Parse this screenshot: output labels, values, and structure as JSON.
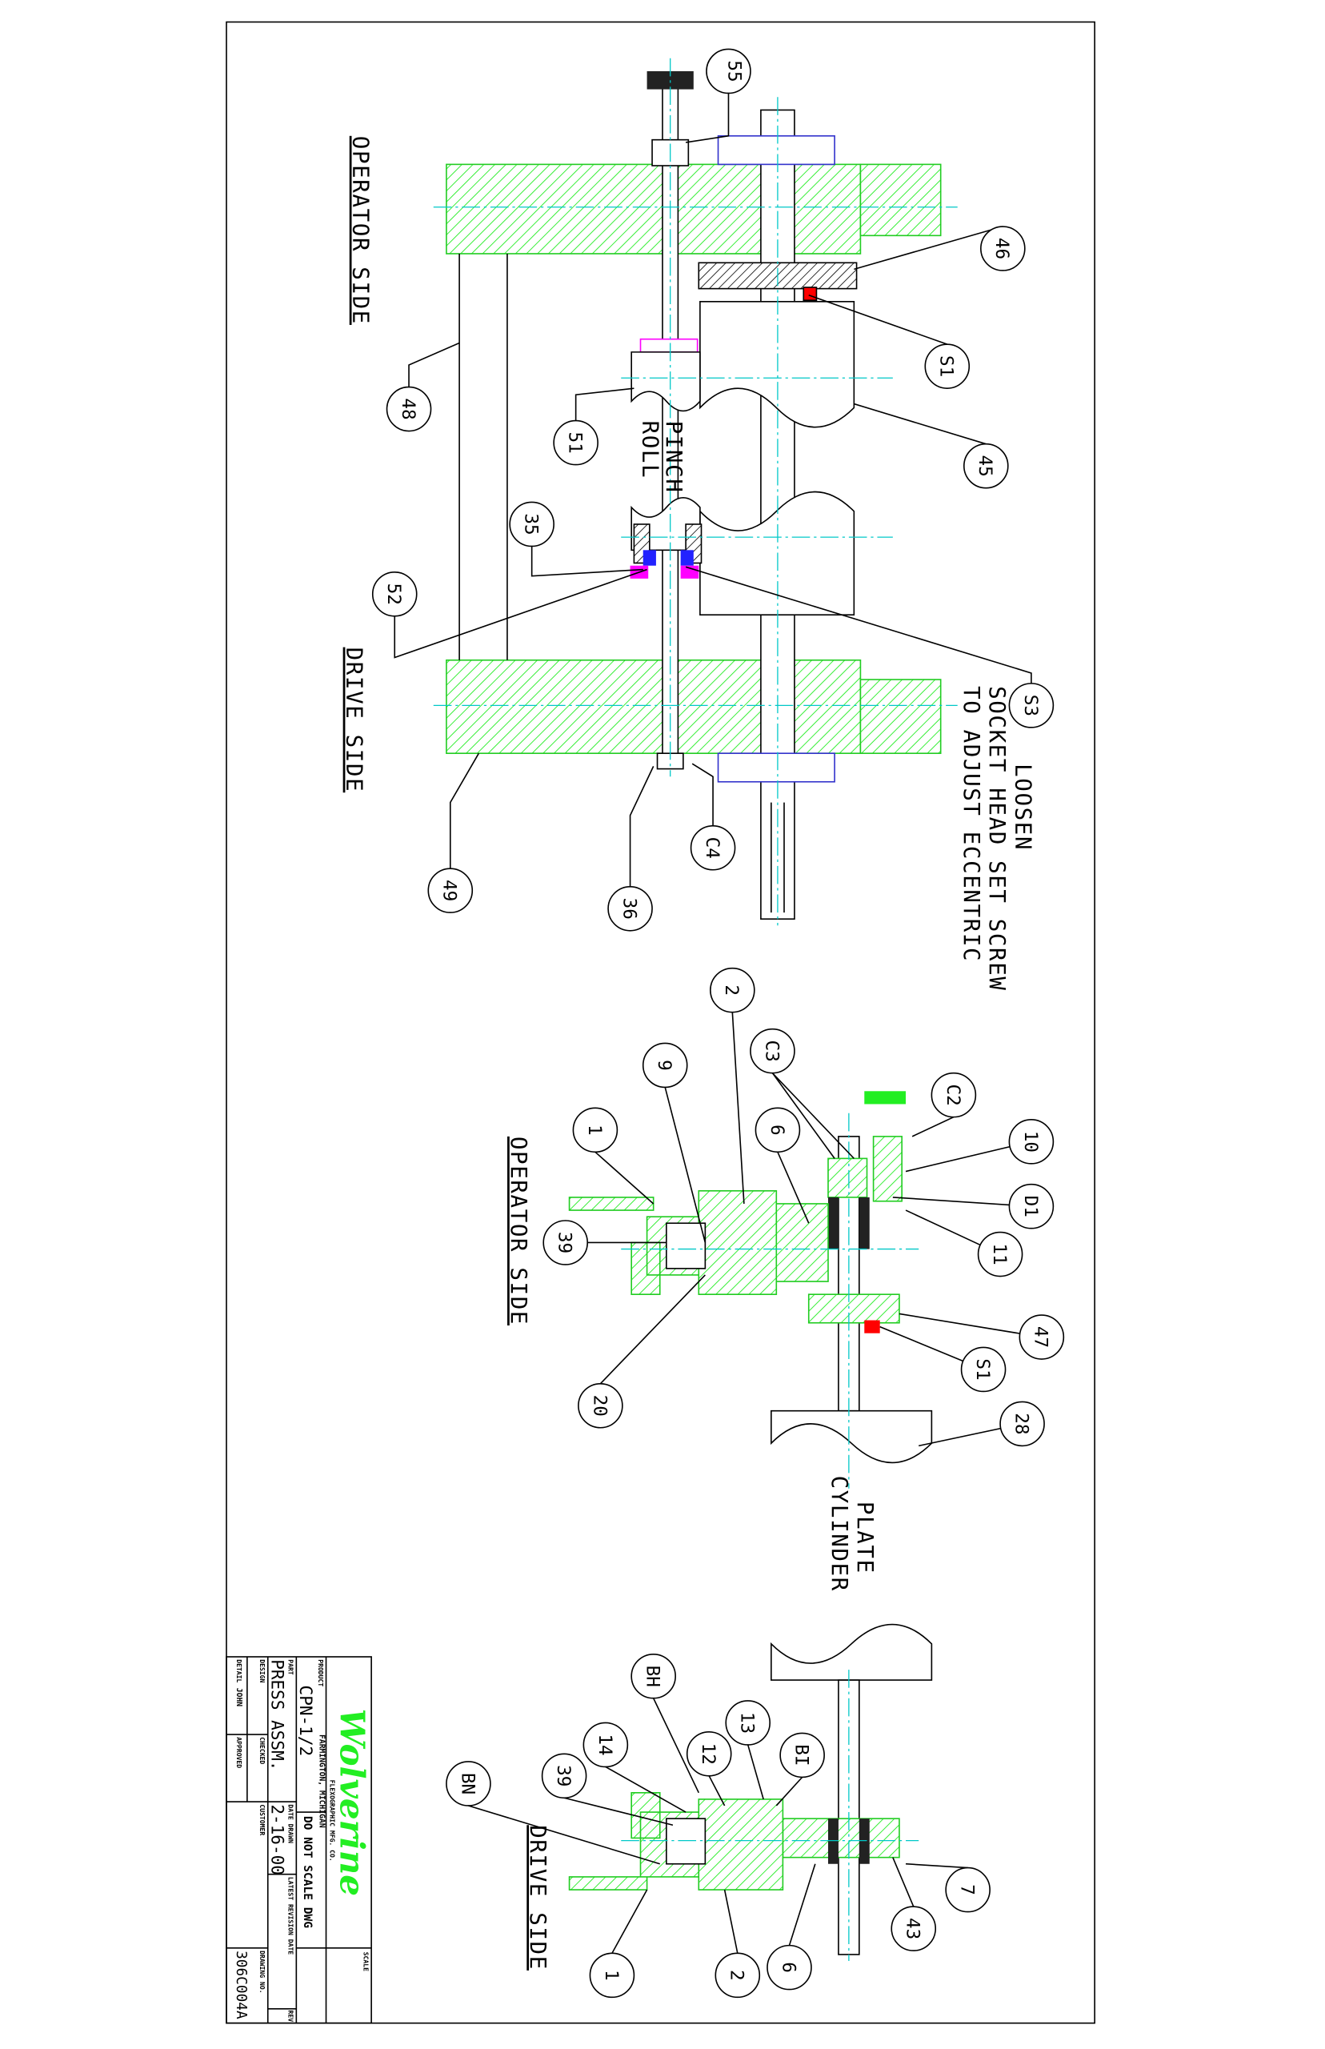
{
  "views": {
    "pinch_roll": {
      "side_labels": {
        "operator": "OPERATOR SIDE",
        "drive": "DRIVE SIDE"
      },
      "part_label": [
        "PINCH",
        "ROLL"
      ],
      "note": [
        "LOOSEN",
        "SOCKET HEAD SET SCREW",
        "TO ADJUST ECCENTRIC"
      ],
      "balloons": [
        "55",
        "46",
        "S1",
        "48",
        "51",
        "45",
        "35",
        "52",
        "S3",
        "C4",
        "49",
        "36"
      ]
    },
    "operator_assembly": {
      "side_label": "OPERATOR SIDE",
      "part_label": [
        "PLATE",
        "CYLINDER"
      ],
      "balloons": [
        "2",
        "C3",
        "C2",
        "9",
        "6",
        "10",
        "1",
        "D1",
        "39",
        "11",
        "47",
        "S1",
        "20",
        "28"
      ]
    },
    "drive_assembly": {
      "side_label": "DRIVE SIDE",
      "balloons": [
        "BH",
        "13",
        "BI",
        "12",
        "14",
        "39",
        "BN",
        "7",
        "43",
        "6",
        "2",
        "1"
      ]
    }
  },
  "title_block": {
    "logo": "Wolverine",
    "company": "FLEXOGRAPHIC MFG. CO.",
    "location": "FARMINGTON, MICHIGAN",
    "scale_label": "SCALE",
    "product_label": "PRODUCT",
    "product": "CPN-1/2",
    "do_not_scale": "DO NOT SCALE DWG",
    "part_label": "PART",
    "part": "PRESS ASSM.",
    "date_drawn_label": "DATE DRAWN",
    "date_drawn": "2-16-00",
    "latest_revision_label": "LATEST REVISION DATE",
    "rev_label": "REV",
    "design_label": "DESIGN",
    "detail_label": "DETAIL",
    "detail": "JOHN",
    "checked_label": "CHECKED",
    "approved_label": "APPROVED",
    "customer_label": "CUSTOMER",
    "drawing_no_label": "DRAWING NO.",
    "drawing_no": "306C004A"
  },
  "colors": {
    "section": "#33ee33",
    "centerline": "#00c8c8",
    "setscrew": "#ff0000",
    "bearing": "#ff00ff"
  }
}
